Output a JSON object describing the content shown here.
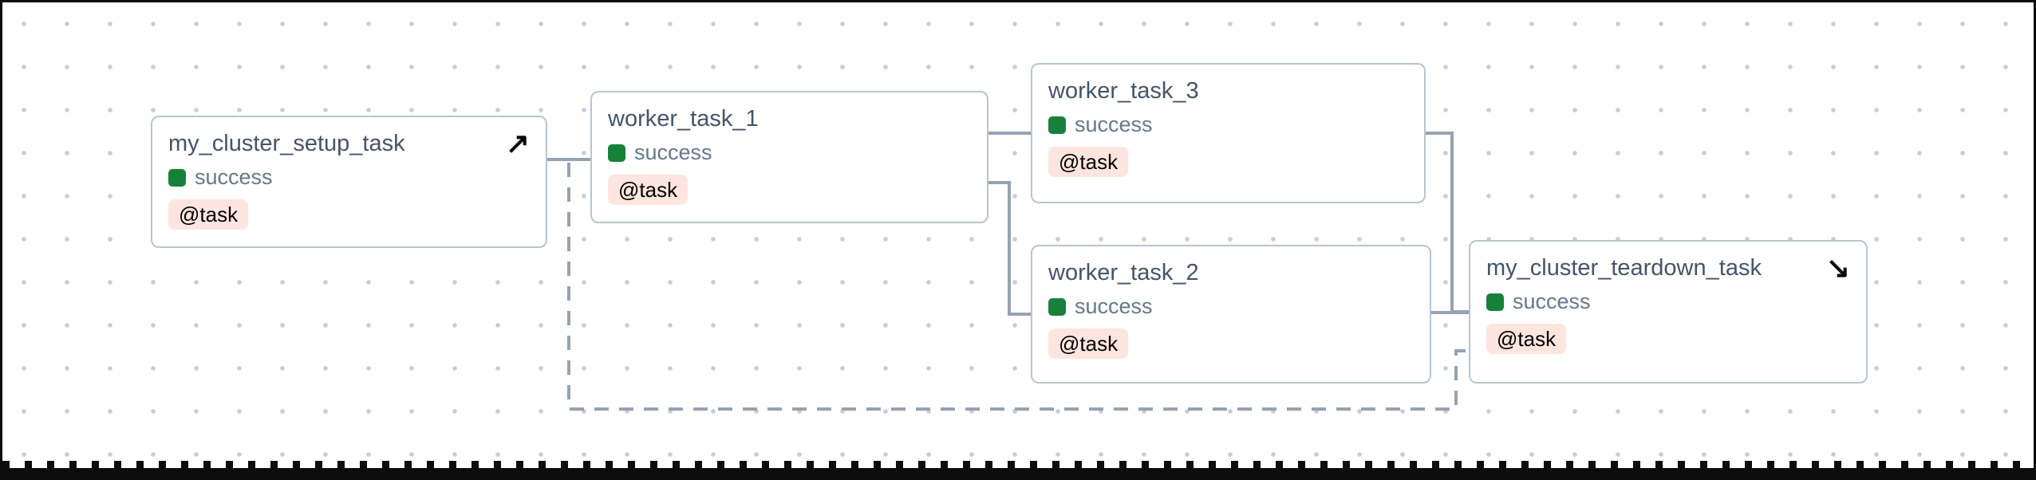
{
  "view": {
    "type": "dag-task-graph",
    "background_color": "#ffffff",
    "dot_grid_color": "#c7cddf",
    "frame_color": "#0d0d0d",
    "edge_color": "#94a3b3",
    "node_border_color": "#b7c5d2"
  },
  "status_colors": {
    "success": "#17813a"
  },
  "decorator_badge_style": {
    "background": "#ffe5df",
    "text_color": "#000000"
  },
  "nodes": [
    {
      "id": "my_cluster_setup_task",
      "title": "my_cluster_setup_task",
      "status": "success",
      "badge": "@task",
      "marker": "setup-arrow",
      "marker_glyph": "↗"
    },
    {
      "id": "worker_task_1",
      "title": "worker_task_1",
      "status": "success",
      "badge": "@task",
      "marker": "",
      "marker_glyph": ""
    },
    {
      "id": "worker_task_3",
      "title": "worker_task_3",
      "status": "success",
      "badge": "@task",
      "marker": "",
      "marker_glyph": ""
    },
    {
      "id": "worker_task_2",
      "title": "worker_task_2",
      "status": "success",
      "badge": "@task",
      "marker": "",
      "marker_glyph": ""
    },
    {
      "id": "my_cluster_teardown_task",
      "title": "my_cluster_teardown_task",
      "status": "success",
      "badge": "@task",
      "marker": "teardown-arrow",
      "marker_glyph": "↘"
    }
  ],
  "edges": [
    {
      "from": "my_cluster_setup_task",
      "to": "worker_task_1",
      "style": "solid"
    },
    {
      "from": "worker_task_1",
      "to": "worker_task_3",
      "style": "solid"
    },
    {
      "from": "worker_task_1",
      "to": "worker_task_2",
      "style": "solid"
    },
    {
      "from": "worker_task_3",
      "to": "my_cluster_teardown_task",
      "style": "solid"
    },
    {
      "from": "worker_task_2",
      "to": "my_cluster_teardown_task",
      "style": "solid"
    },
    {
      "from": "my_cluster_setup_task",
      "to": "my_cluster_teardown_task",
      "style": "dashed"
    }
  ]
}
